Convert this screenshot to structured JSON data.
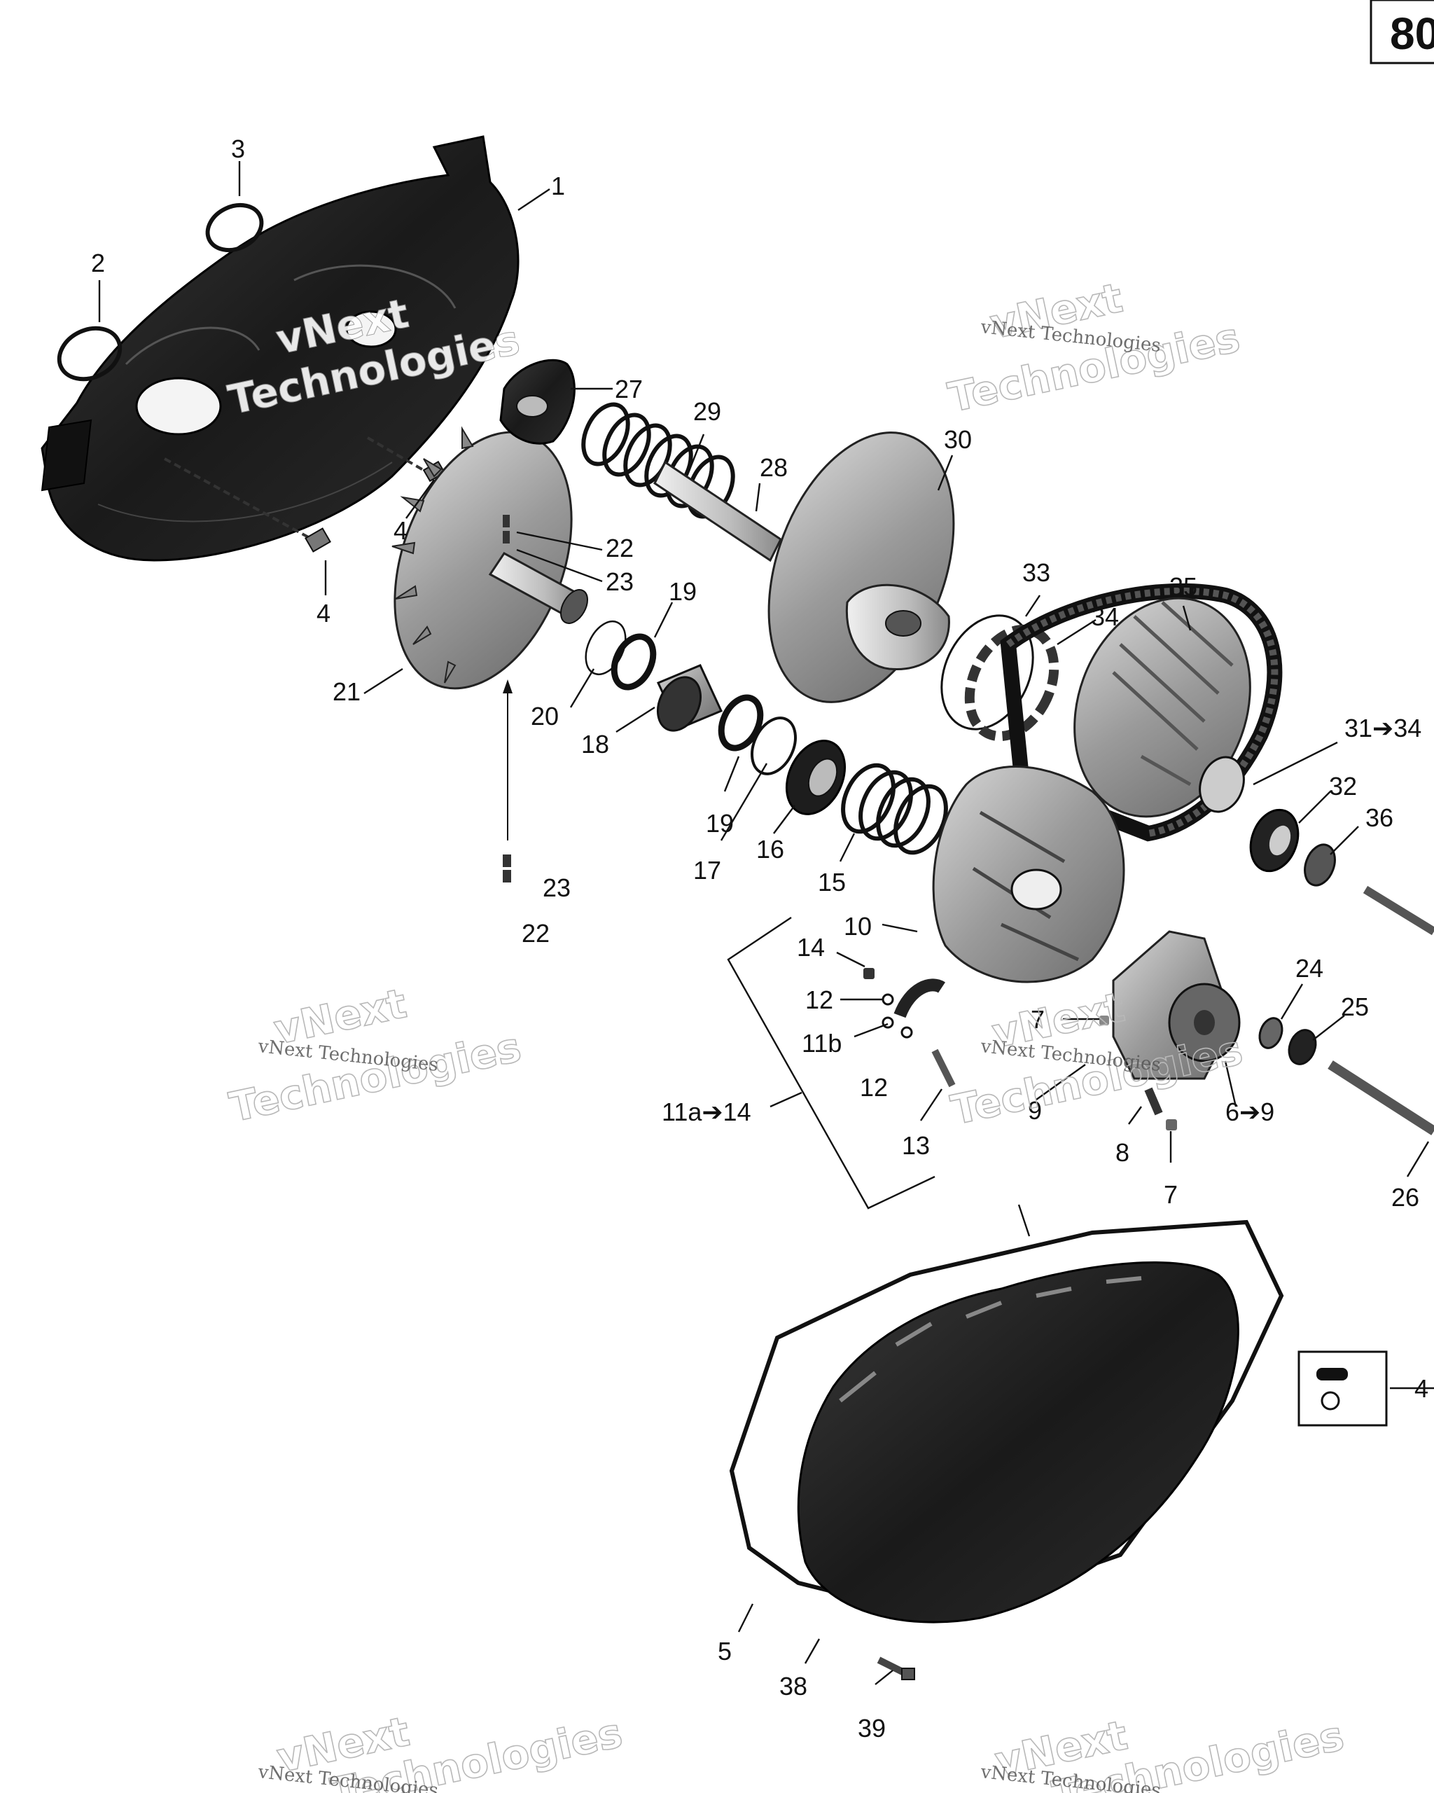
{
  "page_number": "80",
  "watermark": {
    "line1": "vNext",
    "line2": "Technologies",
    "small": "vNext Technologies"
  },
  "callouts": {
    "c1": "1",
    "c2": "2",
    "c3": "3",
    "c4a": "4",
    "c4b": "4",
    "c5": "5",
    "c6to9": "6➔9",
    "c7a": "7",
    "c7b": "7",
    "c8": "8",
    "c9": "9",
    "c10": "10",
    "c11a14": "11a➔14",
    "c11b": "11b",
    "c12a": "12",
    "c12b": "12",
    "c13": "13",
    "c14": "14",
    "c15": "15",
    "c16": "16",
    "c17": "17",
    "c18": "18",
    "c19a": "19",
    "c19b": "19",
    "c20": "20",
    "c21": "21",
    "c22a": "22",
    "c22b": "22",
    "c23a": "23",
    "c23b": "23",
    "c24": "24",
    "c25": "25",
    "c26": "26",
    "c27": "27",
    "c28": "28",
    "c29": "29",
    "c30": "30",
    "c31to34": "31➔34",
    "c32": "32",
    "c33": "33",
    "c34": "34",
    "c35": "35",
    "c36": "36",
    "c38": "38",
    "c39": "39",
    "c40": "4"
  }
}
